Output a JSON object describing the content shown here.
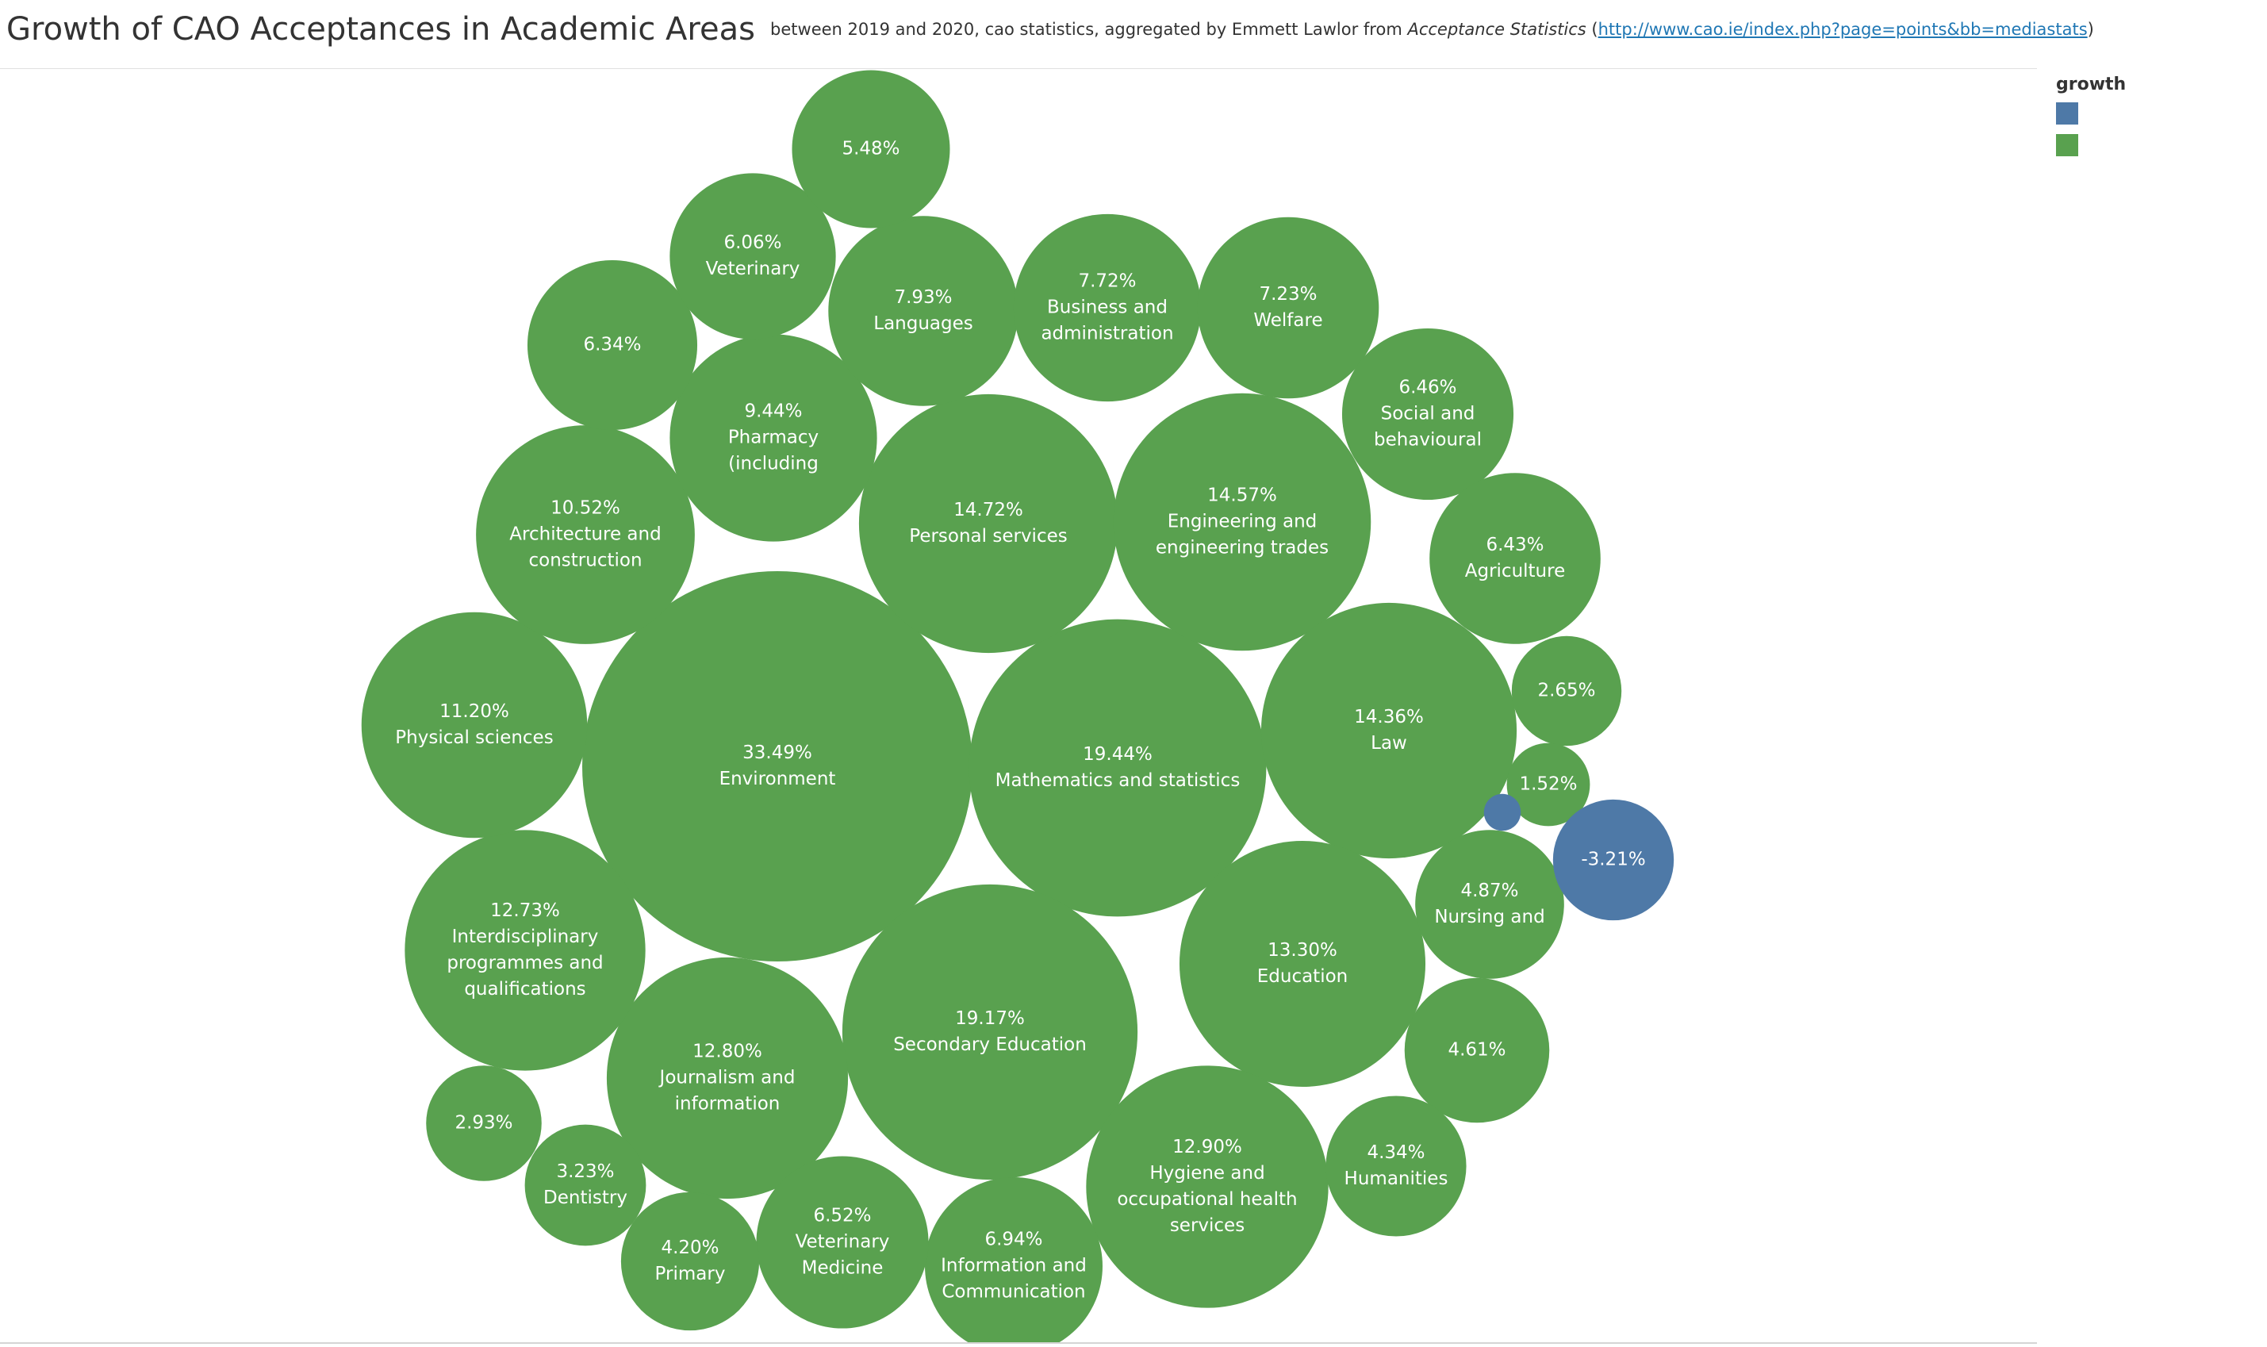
{
  "header": {
    "title": "Growth of CAO Acceptances in Academic Areas",
    "subtitle_pre": "between 2019 and 2020, cao statistics, aggregated by Emmett Lawlor from ",
    "subtitle_source": "Acceptance Statistics",
    "subtitle_open": " (",
    "subtitle_link": "http://www.cao.ie/index.php?page=points&bb=mediastats",
    "subtitle_close": ")"
  },
  "legend": {
    "title": "growth",
    "items": [
      {
        "label": "",
        "color": "#4e79a7"
      },
      {
        "label": "",
        "color": "#59a14f"
      }
    ]
  },
  "colors": {
    "positive": "#59a14f",
    "negative": "#4e79a7"
  },
  "chart_data": {
    "type": "bubble",
    "title": "Growth of CAO Acceptances in Academic Areas",
    "value_field": "growth",
    "value_unit": "%",
    "bubbles": [
      {
        "value_label": "33.49%",
        "name_lines": [
          "Environment"
        ],
        "value": 33.49
      },
      {
        "value_label": "19.44%",
        "name_lines": [
          "Mathematics and statistics"
        ],
        "value": 19.44
      },
      {
        "value_label": "19.17%",
        "name_lines": [
          "Secondary Education"
        ],
        "value": 19.17
      },
      {
        "value_label": "14.72%",
        "name_lines": [
          "Personal services"
        ],
        "value": 14.72
      },
      {
        "value_label": "14.57%",
        "name_lines": [
          "Engineering and",
          "engineering trades"
        ],
        "value": 14.57
      },
      {
        "value_label": "14.36%",
        "name_lines": [
          "Law"
        ],
        "value": 14.36
      },
      {
        "value_label": "13.30%",
        "name_lines": [
          "Education"
        ],
        "value": 13.3
      },
      {
        "value_label": "12.90%",
        "name_lines": [
          "Hygiene and",
          "occupational health",
          "services"
        ],
        "value": 12.9
      },
      {
        "value_label": "12.80%",
        "name_lines": [
          "Journalism and",
          "information"
        ],
        "value": 12.8
      },
      {
        "value_label": "12.73%",
        "name_lines": [
          "Interdisciplinary",
          "programmes and",
          "qualifications"
        ],
        "value": 12.73
      },
      {
        "value_label": "11.20%",
        "name_lines": [
          "Physical sciences"
        ],
        "value": 11.2
      },
      {
        "value_label": "10.52%",
        "name_lines": [
          "Architecture and",
          "construction"
        ],
        "value": 10.52
      },
      {
        "value_label": "9.44%",
        "name_lines": [
          "Pharmacy",
          "(including"
        ],
        "value": 9.44
      },
      {
        "value_label": "7.93%",
        "name_lines": [
          "Languages"
        ],
        "value": 7.93
      },
      {
        "value_label": "7.72%",
        "name_lines": [
          "Business and",
          "administration"
        ],
        "value": 7.72
      },
      {
        "value_label": "7.23%",
        "name_lines": [
          "Welfare"
        ],
        "value": 7.23
      },
      {
        "value_label": "6.94%",
        "name_lines": [
          "Information and",
          "Communication"
        ],
        "value": 6.94
      },
      {
        "value_label": "6.52%",
        "name_lines": [
          "Veterinary",
          "Medicine"
        ],
        "value": 6.52
      },
      {
        "value_label": "6.46%",
        "name_lines": [
          "Social and",
          "behavioural"
        ],
        "value": 6.46
      },
      {
        "value_label": "6.43%",
        "name_lines": [
          "Agriculture"
        ],
        "value": 6.43
      },
      {
        "value_label": "6.34%",
        "name_lines": [],
        "value": 6.34
      },
      {
        "value_label": "6.06%",
        "name_lines": [
          "Veterinary"
        ],
        "value": 6.06
      },
      {
        "value_label": "5.48%",
        "name_lines": [],
        "value": 5.48
      },
      {
        "value_label": "4.87%",
        "name_lines": [
          "Nursing and"
        ],
        "value": 4.87
      },
      {
        "value_label": "4.61%",
        "name_lines": [],
        "value": 4.61
      },
      {
        "value_label": "4.34%",
        "name_lines": [
          "Humanities"
        ],
        "value": 4.34
      },
      {
        "value_label": "4.20%",
        "name_lines": [
          "Primary"
        ],
        "value": 4.2
      },
      {
        "value_label": "3.23%",
        "name_lines": [
          "Dentistry"
        ],
        "value": 3.23
      },
      {
        "value_label": "2.93%",
        "name_lines": [],
        "value": 2.93
      },
      {
        "value_label": "2.65%",
        "name_lines": [],
        "value": 2.65
      },
      {
        "value_label": "1.52%",
        "name_lines": [],
        "value": 1.52
      },
      {
        "value_label": "-3.21%",
        "name_lines": [],
        "value": -3.21
      },
      {
        "value_label": "",
        "name_lines": [],
        "value": -0.3
      }
    ]
  }
}
